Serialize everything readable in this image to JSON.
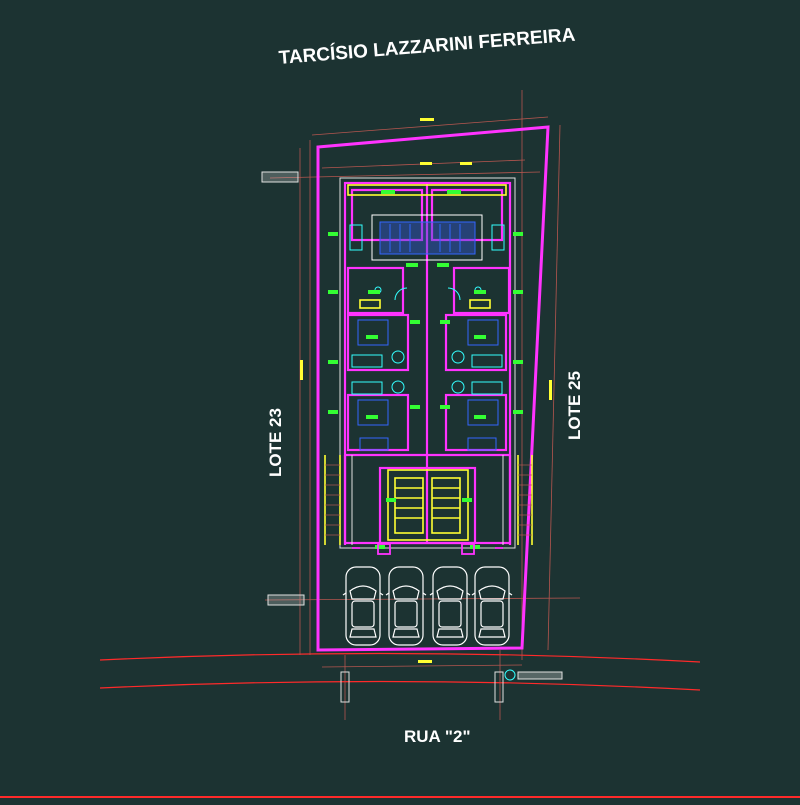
{
  "drawing": {
    "title": "TARCÍSIO LAZZARINI FERREIRA",
    "lot_left": "LOTE 23",
    "lot_right": "LOTE 25",
    "street": "RUA \"2\""
  },
  "colors": {
    "background": "#1c3332",
    "lot_boundary": "#ff33ff",
    "walls": "#ff33ff",
    "dimension_lines": "#b5564f",
    "stairs": "#ffff33",
    "fixtures": "#33ffff",
    "furniture": "#3366ff",
    "annotations": "#33ff33",
    "cars": "#ffffff",
    "street_lines": "#ff2a2a"
  },
  "cars": [
    {
      "name": "car-1"
    },
    {
      "name": "car-2"
    },
    {
      "name": "car-3"
    },
    {
      "name": "car-4"
    }
  ]
}
